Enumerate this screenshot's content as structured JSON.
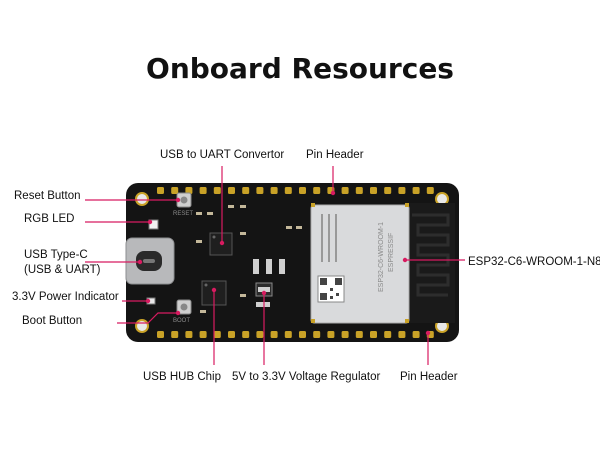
{
  "title": "Onboard Resources",
  "labels": {
    "usb_uart": "USB to UART Convertor",
    "pin_header_top": "Pin Header",
    "reset_button": "Reset Button",
    "rgb_led": "RGB LED",
    "usb_type_c_line1": "USB Type-C",
    "usb_type_c_line2": "(USB & UART)",
    "power_indicator": "3.3V Power Indicator",
    "boot_button": "Boot Button",
    "module": "ESP32-C6-WROOM-1-N8",
    "usb_hub": "USB HUB Chip",
    "regulator": "5V to 3.3V Voltage Regulator",
    "pin_header_bottom": "Pin Header"
  },
  "board_silkscreen": {
    "reset": "RESET",
    "boot": "BOOT",
    "module_brand": "ESPRESSIF",
    "module_name": "ESP32-C6-WROOM-1"
  },
  "colors": {
    "callout": "#d81b60",
    "board": "#141414",
    "module_shield": "#d9dadc",
    "gold_pad": "#c9a227"
  }
}
